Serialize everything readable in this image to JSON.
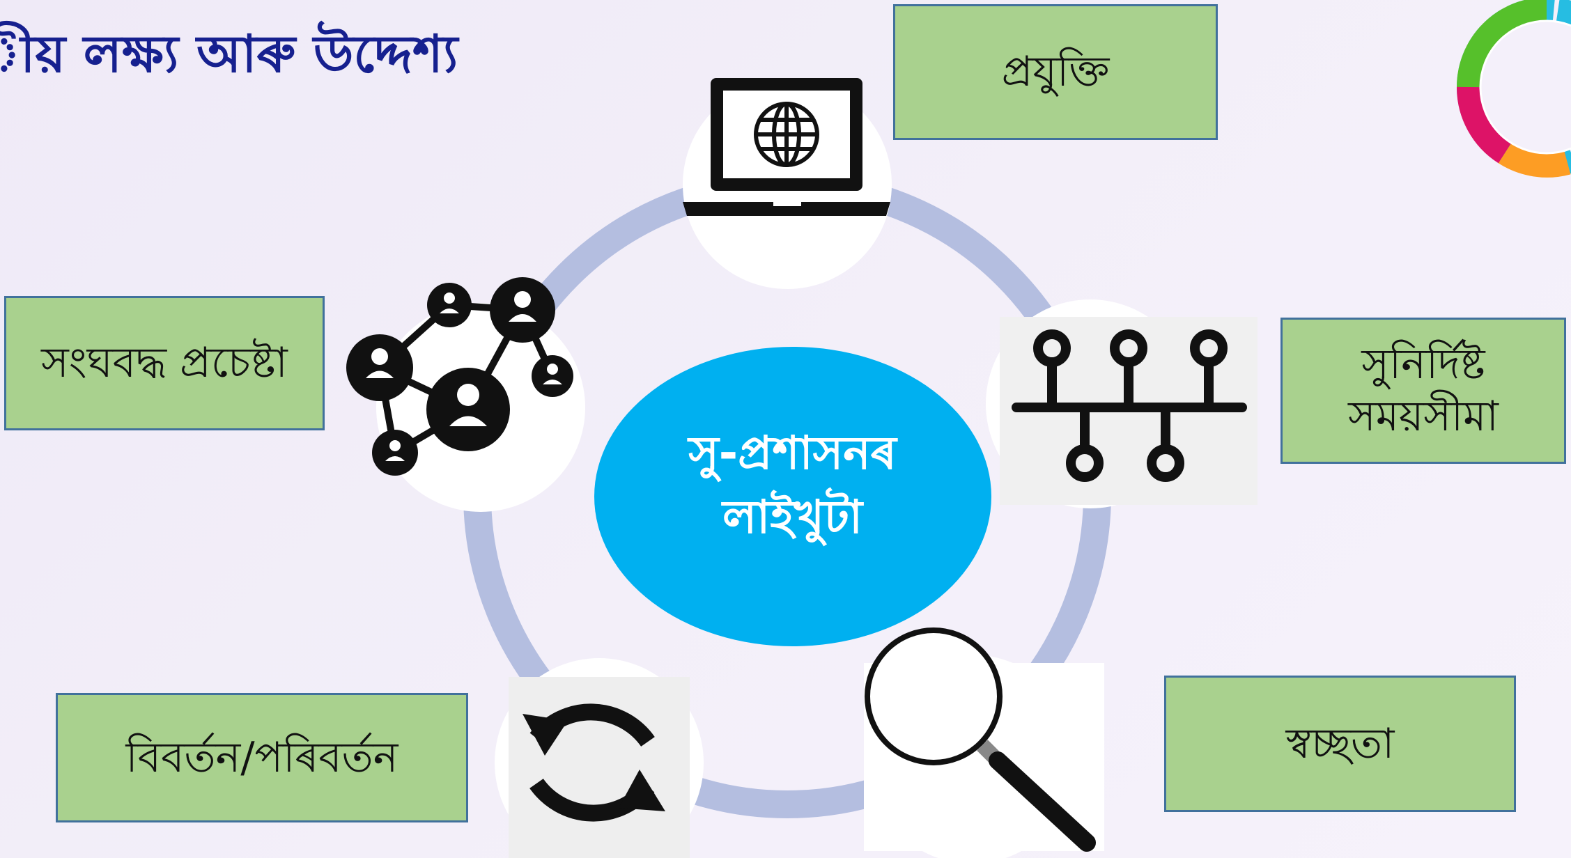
{
  "title": "ীয় লক্ষ্য আৰু উদ্দেশ্য",
  "center": {
    "line1": "সু-প্ৰশাসনৰ",
    "line2": "লাইখুটা"
  },
  "labels": {
    "technology": "প্ৰযুক্তি",
    "timeline": [
      "সুনিৰ্দিষ্ট",
      "সময়সীমা"
    ],
    "transparency": "স্বচ্ছতা",
    "evolution": "বিবৰ্তন/পৰিবৰ্তন",
    "organized_effort": "সংঘবদ্ধ প্ৰচেষ্টা"
  },
  "icons": {
    "technology": "laptop-globe-icon",
    "timeline": "branching-timeline-icon",
    "transparency": "magnifying-glass-icon",
    "evolution": "refresh-cycle-icon",
    "organized_effort": "people-network-icon",
    "corner": "sdg-wheel-logo"
  },
  "colors": {
    "title": "#16208f",
    "center": "#00b0f0",
    "ring": "#b4bee0",
    "box_fill": "#a9d18e",
    "box_border": "#41719c"
  }
}
